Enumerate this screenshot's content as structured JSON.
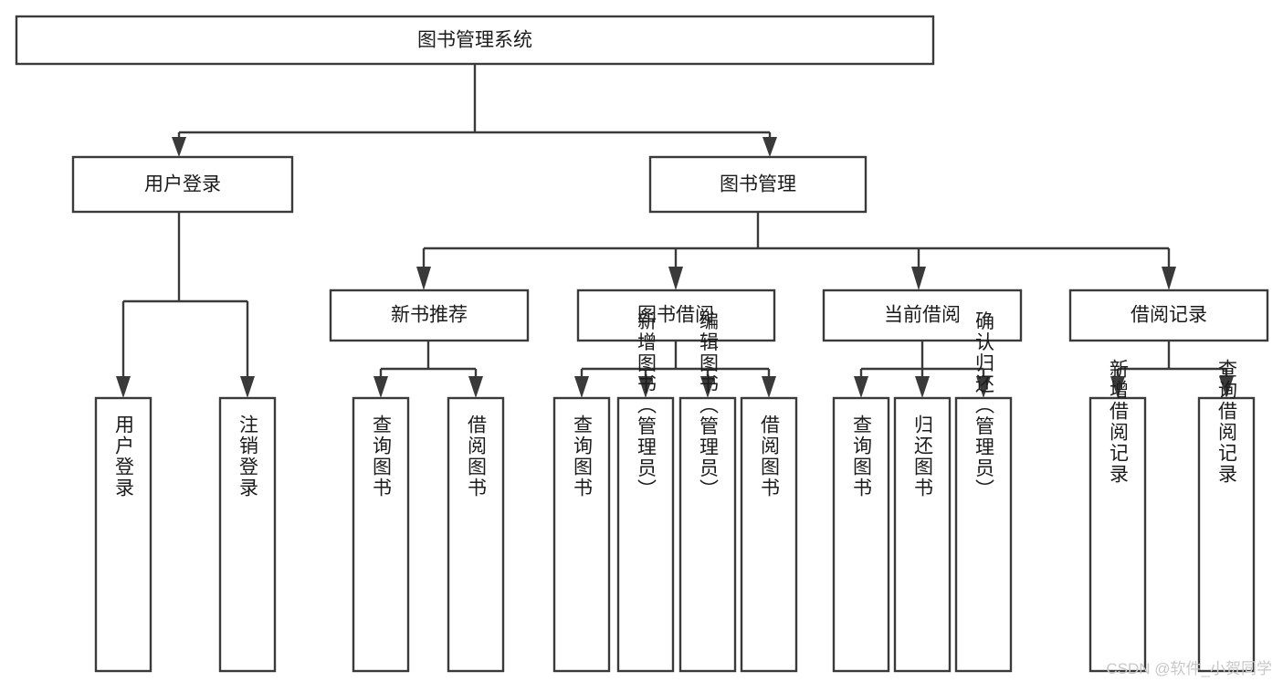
{
  "diagram": {
    "type": "hierarchy-tree",
    "title": "图书管理系统",
    "orientation": "top-down",
    "colors": {
      "box_stroke": "#3a3a3a",
      "box_fill": "#ffffff",
      "connector": "#3a3a3a",
      "text": "#1b1b1b",
      "background": "#ffffff",
      "watermark": "#c8c8c8"
    },
    "nodes": {
      "root": {
        "label": "图书管理系统",
        "level": 0,
        "orientation": "horizontal"
      },
      "level1": [
        {
          "id": "user-login",
          "label": "用户登录",
          "level": 1,
          "orientation": "horizontal"
        },
        {
          "id": "book-management",
          "label": "图书管理",
          "level": 1,
          "orientation": "horizontal"
        }
      ],
      "level2": [
        {
          "id": "new-book-recommend",
          "label": "新书推荐",
          "level": 2,
          "orientation": "horizontal",
          "parent": "book-management"
        },
        {
          "id": "book-borrow",
          "label": "图书借阅",
          "level": 2,
          "orientation": "horizontal",
          "parent": "book-management"
        },
        {
          "id": "current-borrow",
          "label": "当前借阅",
          "level": 2,
          "orientation": "horizontal",
          "parent": "book-management"
        },
        {
          "id": "borrow-record",
          "label": "借阅记录",
          "level": 2,
          "orientation": "horizontal",
          "parent": "book-management"
        }
      ],
      "leaves": {
        "user_login": [
          {
            "id": "leaf-user-login",
            "label": "用户登录",
            "orientation": "vertical"
          },
          {
            "id": "leaf-logout-login",
            "label": "注销登录",
            "orientation": "vertical"
          }
        ],
        "new_book_recommend": [
          {
            "id": "leaf-query-book-1",
            "label": "查询图书",
            "orientation": "vertical"
          },
          {
            "id": "leaf-borrow-book-1",
            "label": "借阅图书",
            "orientation": "vertical"
          }
        ],
        "book_borrow": [
          {
            "id": "leaf-query-book-2",
            "label": "查询图书",
            "orientation": "vertical"
          },
          {
            "id": "leaf-add-book",
            "label": "新增图书（管理员）",
            "orientation": "vertical"
          },
          {
            "id": "leaf-edit-book",
            "label": "编辑图书（管理员）",
            "orientation": "vertical"
          },
          {
            "id": "leaf-borrow-book-2",
            "label": "借阅图书",
            "orientation": "vertical"
          }
        ],
        "current_borrow": [
          {
            "id": "leaf-query-book-3",
            "label": "查询图书",
            "orientation": "vertical"
          },
          {
            "id": "leaf-return-book",
            "label": "归还图书",
            "orientation": "vertical"
          },
          {
            "id": "leaf-confirm-return",
            "label": "确认归还（管理员）",
            "orientation": "vertical"
          }
        ],
        "borrow_record": [
          {
            "id": "leaf-add-borrow-record",
            "label": "新增借阅记录",
            "orientation": "vertical"
          },
          {
            "id": "leaf-query-borrow-record",
            "label": "查询借阅记录",
            "orientation": "vertical"
          }
        ]
      }
    },
    "watermark": "CSDN @软件_小贺同学"
  }
}
